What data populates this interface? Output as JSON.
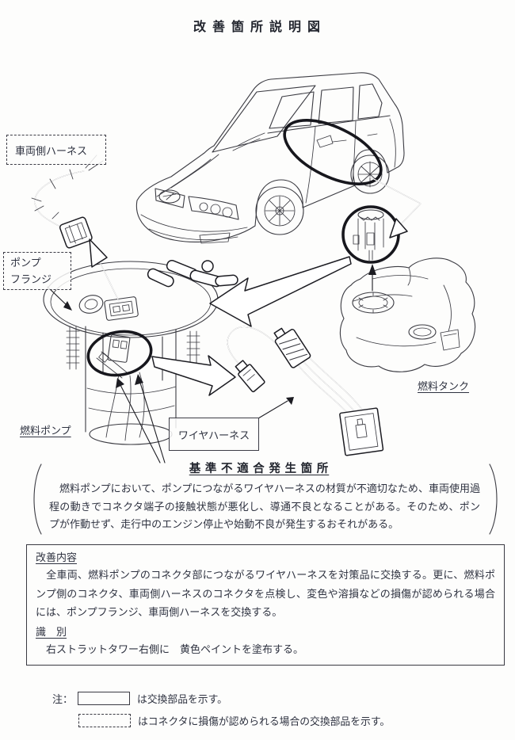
{
  "title": "改 善 箇 所 説 明 図",
  "diagram": {
    "labels": {
      "vehicle_harness": "車両側ハーネス",
      "pump_flange_line1": "ポンプ",
      "pump_flange_line2": "フランジ",
      "fuel_pump": "燃料ポンプ",
      "wire_harness": "ワイヤハーネス",
      "fuel_tank": "燃料タンク"
    }
  },
  "nonconformity": {
    "heading": "基 準 不 適 合 発 生 箇 所",
    "body": "　燃料ポンプにおいて、ポンプにつながるワイヤハーネスの材質が不適切なため、車両使用過程の動きでコネクタ端子の接触状態が悪化し、導通不良となることがある。そのため、ポンプが作動せず、走行中のエンジン停止や始動不良が発生するおそれがある。"
  },
  "improvement": {
    "heading": "改善内容",
    "body": "　全車両、燃料ポンプのコネクタ部につながるワイヤハーネスを対策品に交換する。更に、燃料ポンプ側のコネクタ、車両側ハーネスのコネクタを点検し、変色や溶損などの損傷が認められる場合には、ポンプフランジ、車両側ハーネスを交換する。",
    "id_heading": "識　別",
    "id_body": "　右ストラットタワー右側に　黄色ペイントを塗布する。"
  },
  "legend": {
    "note_label": "注：",
    "solid_box_text": "は交換部品を示す。",
    "dashed_box_text": "はコネクタに損傷が認められる場合の交換部品を示す。"
  },
  "colors": {
    "ink": "#2e3240",
    "line": "#3b3b42",
    "callout": "#17171d"
  }
}
